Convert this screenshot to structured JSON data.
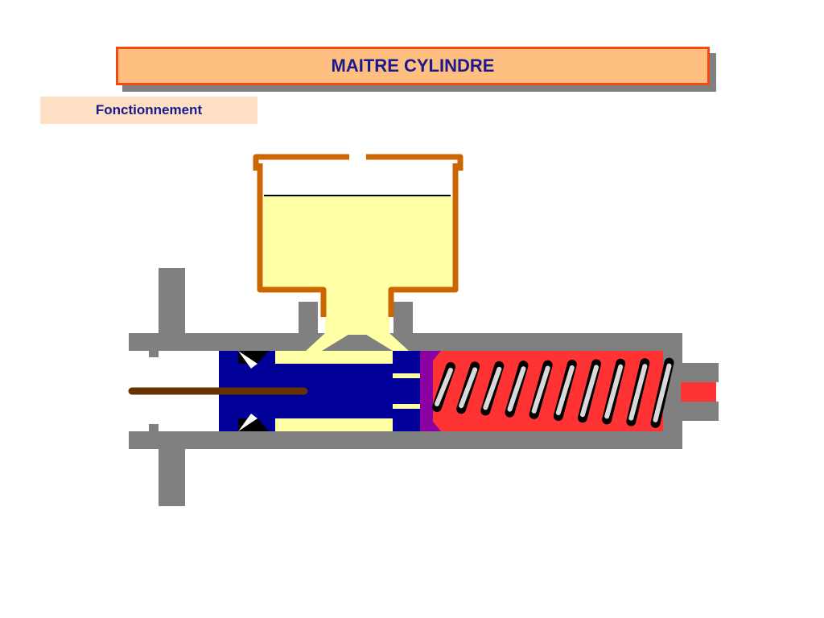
{
  "header": {
    "title": "MAITRE CYLINDRE"
  },
  "section": {
    "label": "Fonctionnement"
  },
  "colors": {
    "title_fill": "#ffbf80",
    "title_border": "#f24a12",
    "title_text": "#1a1a8c",
    "subtitle_fill": "#fde0c4",
    "body_gray": "#808080",
    "reservoir_outline": "#cc6600",
    "fluid": "#ffffa6",
    "piston": "#000099",
    "seal": "#8b00a0",
    "pressure_chamber": "#ff3333",
    "push_rod": "#663300",
    "spring_coil": "#d9d9d9"
  },
  "diagram": {
    "parts": [
      "reservoir",
      "fluid",
      "cylinder-body",
      "piston",
      "seal",
      "pressure-chamber",
      "return-spring",
      "push-rod",
      "outlet"
    ]
  }
}
